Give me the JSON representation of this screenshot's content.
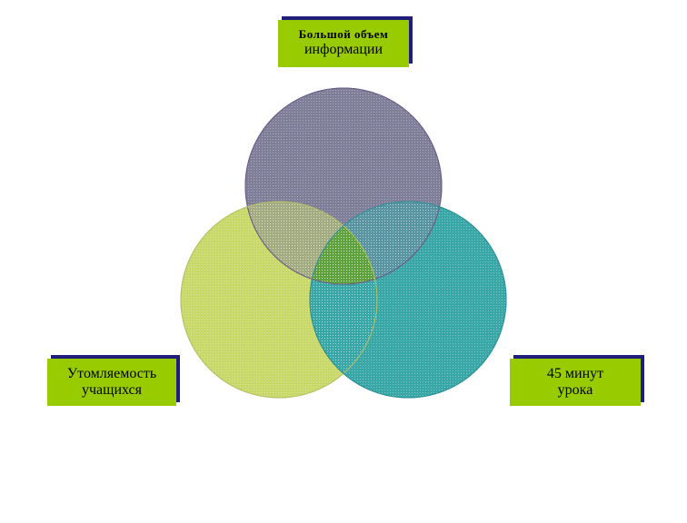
{
  "diagram": {
    "type": "venn",
    "sets": [
      {
        "id": "top",
        "label_lines": [
          "Большой объем",
          "информации"
        ],
        "fill": "#7f7f99",
        "stroke": "#6b5a8a"
      },
      {
        "id": "left",
        "label_lines": [
          "Утомляемость",
          "учащихся"
        ],
        "fill": "#c8d96a",
        "stroke": "#b8c060"
      },
      {
        "id": "right",
        "label_lines": [
          "45 минут",
          "урока"
        ],
        "fill": "#3aa7a7",
        "stroke": "#2a8f9a"
      }
    ],
    "overlap_color": "#5fa13c",
    "label_box_color": "#99cc00",
    "label_shadow_color": "#1f1f7a"
  }
}
